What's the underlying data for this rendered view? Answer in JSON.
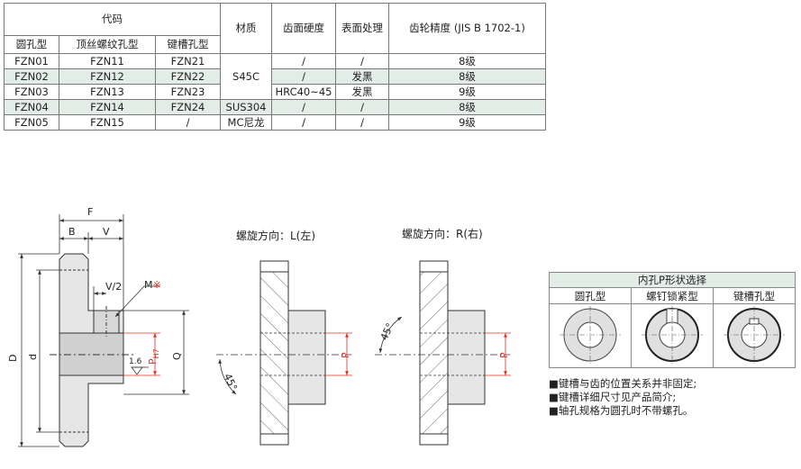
{
  "spec_table": {
    "header_code": "代码",
    "sub_headers": [
      "圆孔型",
      "顶丝螺纹孔型",
      "键槽孔型"
    ],
    "header_material": "材质",
    "header_hardness": "齿面硬度",
    "header_surface": "表面处理",
    "header_precision": "齿轮精度 (JIS B 1702-1)",
    "rows": [
      {
        "round": "FZN01",
        "set_screw": "FZN11",
        "keyway": "FZN21",
        "material": "",
        "hardness": "/",
        "surface": "/",
        "precision": "8级"
      },
      {
        "round": "FZN02",
        "set_screw": "FZN12",
        "keyway": "FZN22",
        "material": "",
        "hardness": "/",
        "surface": "发黑",
        "precision": "8级"
      },
      {
        "round": "FZN03",
        "set_screw": "FZN13",
        "keyway": "FZN23",
        "material": "",
        "hardness": "HRC40~45",
        "surface": "发黑",
        "precision": "9级"
      },
      {
        "round": "FZN04",
        "set_screw": "FZN14",
        "keyway": "FZN24",
        "material": "SUS304",
        "hardness": "/",
        "surface": "/",
        "precision": "8级"
      },
      {
        "round": "FZN05",
        "set_screw": "FZN15",
        "keyway": "/",
        "material": "MC尼龙",
        "hardness": "/",
        "surface": "/",
        "precision": "9级"
      }
    ],
    "s45c": "S45C"
  },
  "drawing": {
    "F": "F",
    "B": "B",
    "V": "V",
    "V2": "V/2",
    "M": "M",
    "mark": "※",
    "D": "D",
    "d": "d",
    "Q": "Q",
    "P": "P",
    "H7": "H7",
    "rough": "1.6",
    "left_title": "螺旋方向：L(左)",
    "right_title": "螺旋方向：R(右)",
    "angle": "45°"
  },
  "hole_shape": {
    "title": "内孔P形状选择",
    "types": [
      "圆孔型",
      "螺钉锁紧型",
      "键槽孔型"
    ]
  },
  "notes": [
    "■键槽与齿的位置关系并非固定;",
    "■键槽详细尺寸见产品简介;",
    "■轴孔规格为圆孔时不带螺孔。"
  ],
  "colors": {
    "row_highlight": "#e3ede7",
    "dimension": "#e03020",
    "line": "#333333"
  }
}
